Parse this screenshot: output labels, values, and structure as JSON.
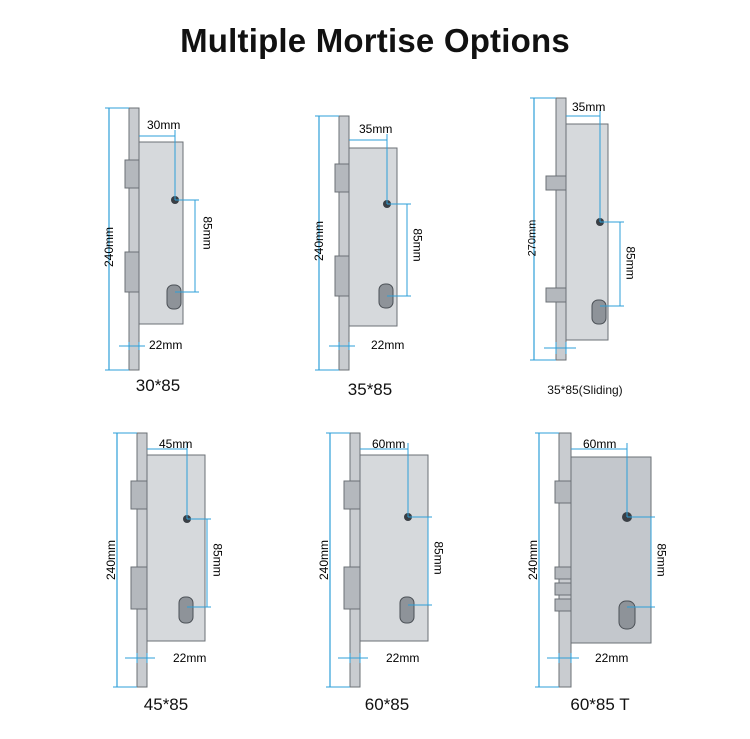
{
  "title": "Multiple Mortise Options",
  "colors": {
    "dimension": "#2e9fd8",
    "steel": "#c9ccd0",
    "steel_dark": "#8e9399",
    "outline": "#6b7076"
  },
  "items": [
    {
      "caption": "30*85",
      "height_label": "240mm",
      "backset_label": "30mm",
      "center_label": "85mm",
      "faceplate_label": "22mm"
    },
    {
      "caption": "35*85",
      "height_label": "240mm",
      "backset_label": "35mm",
      "center_label": "85mm",
      "faceplate_label": "22mm"
    },
    {
      "caption": "35*85(Sliding)",
      "height_label": "270mm",
      "backset_label": "35mm",
      "center_label": "85mm",
      "faceplate_label": ""
    },
    {
      "caption": "45*85",
      "height_label": "240mm",
      "backset_label": "45mm",
      "center_label": "85mm",
      "faceplate_label": "22mm"
    },
    {
      "caption": "60*85",
      "height_label": "240mm",
      "backset_label": "60mm",
      "center_label": "85mm",
      "faceplate_label": "22mm"
    },
    {
      "caption": "60*85 T",
      "height_label": "240mm",
      "backset_label": "60mm",
      "center_label": "85mm",
      "faceplate_label": "22mm"
    }
  ]
}
